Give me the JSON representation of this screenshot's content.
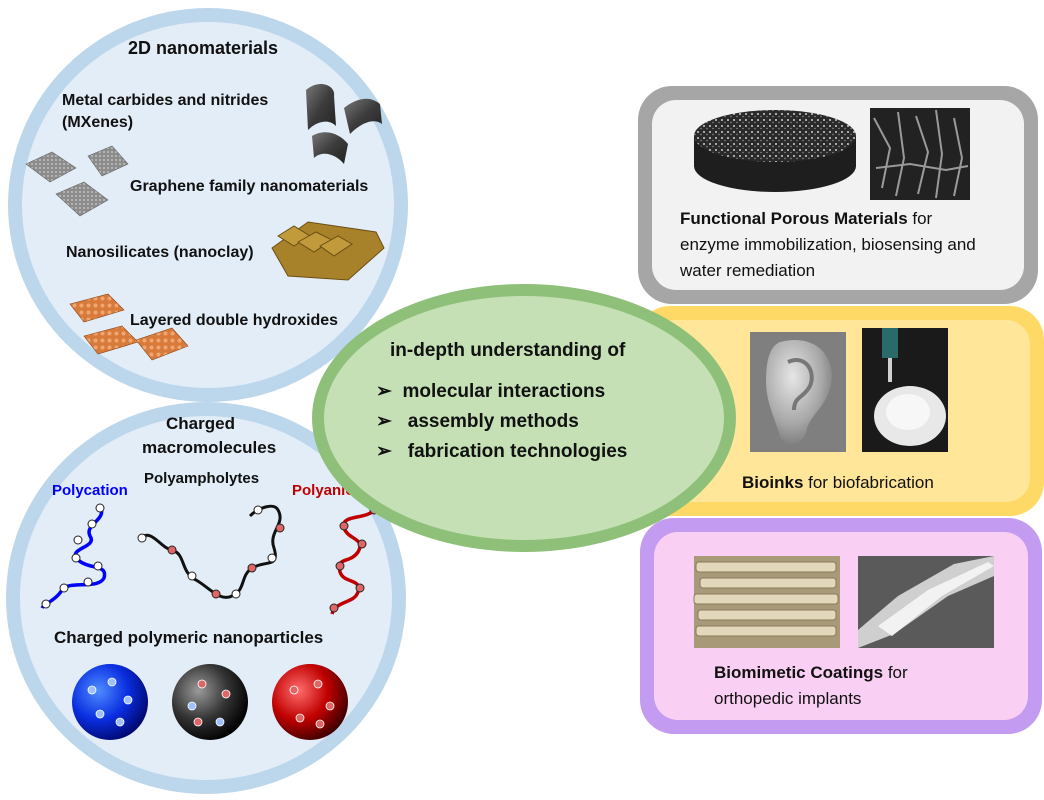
{
  "top_circle": {
    "title": "2D nanomaterials",
    "items": [
      {
        "label_line1": "Metal carbides and nitrides",
        "label_line2": "(MXenes)"
      },
      {
        "label": "Graphene family nanomaterials"
      },
      {
        "label": "Nanosilicates (nanoclay)"
      },
      {
        "label": "Layered double hydroxides"
      }
    ]
  },
  "bottom_circle": {
    "title_line1": "Charged",
    "title_line2": "macromolecules",
    "polycation": "Polycation",
    "polyampholytes": "Polyampholytes",
    "polyanion": "Polyanion",
    "nanoparticles_title": "Charged polymeric nanoparticles"
  },
  "center": {
    "heading": "in-depth understanding of",
    "bullets": [
      "molecular interactions",
      "assembly methods",
      "fabrication technologies"
    ],
    "bullet_symbol": "➢"
  },
  "panels": {
    "porous": {
      "bold": "Functional Porous Materials",
      "rest": " for",
      "line2": "enzyme immobilization, biosensing and",
      "line3": "water remediation"
    },
    "bioinks": {
      "bold": "Bioinks",
      "rest": " for biofabrication"
    },
    "coatings": {
      "bold": "Biomimetic Coatings",
      "rest": " for",
      "line2": "orthopedic implants"
    }
  },
  "colors": {
    "circle_border": "#bcd6ec",
    "circle_fill": "#e3edf7",
    "center_fill": "#c5e0b4",
    "center_border": "#8fc07a",
    "porous_border": "#a6a6a6",
    "porous_fill": "#f2f2f2",
    "bioinks_border": "#ffd966",
    "bioinks_fill": "#ffe699",
    "coatings_border": "#c39bf0",
    "coatings_fill": "#f9cff3",
    "polycation": "#0000ff",
    "polyanion": "#c00000"
  }
}
